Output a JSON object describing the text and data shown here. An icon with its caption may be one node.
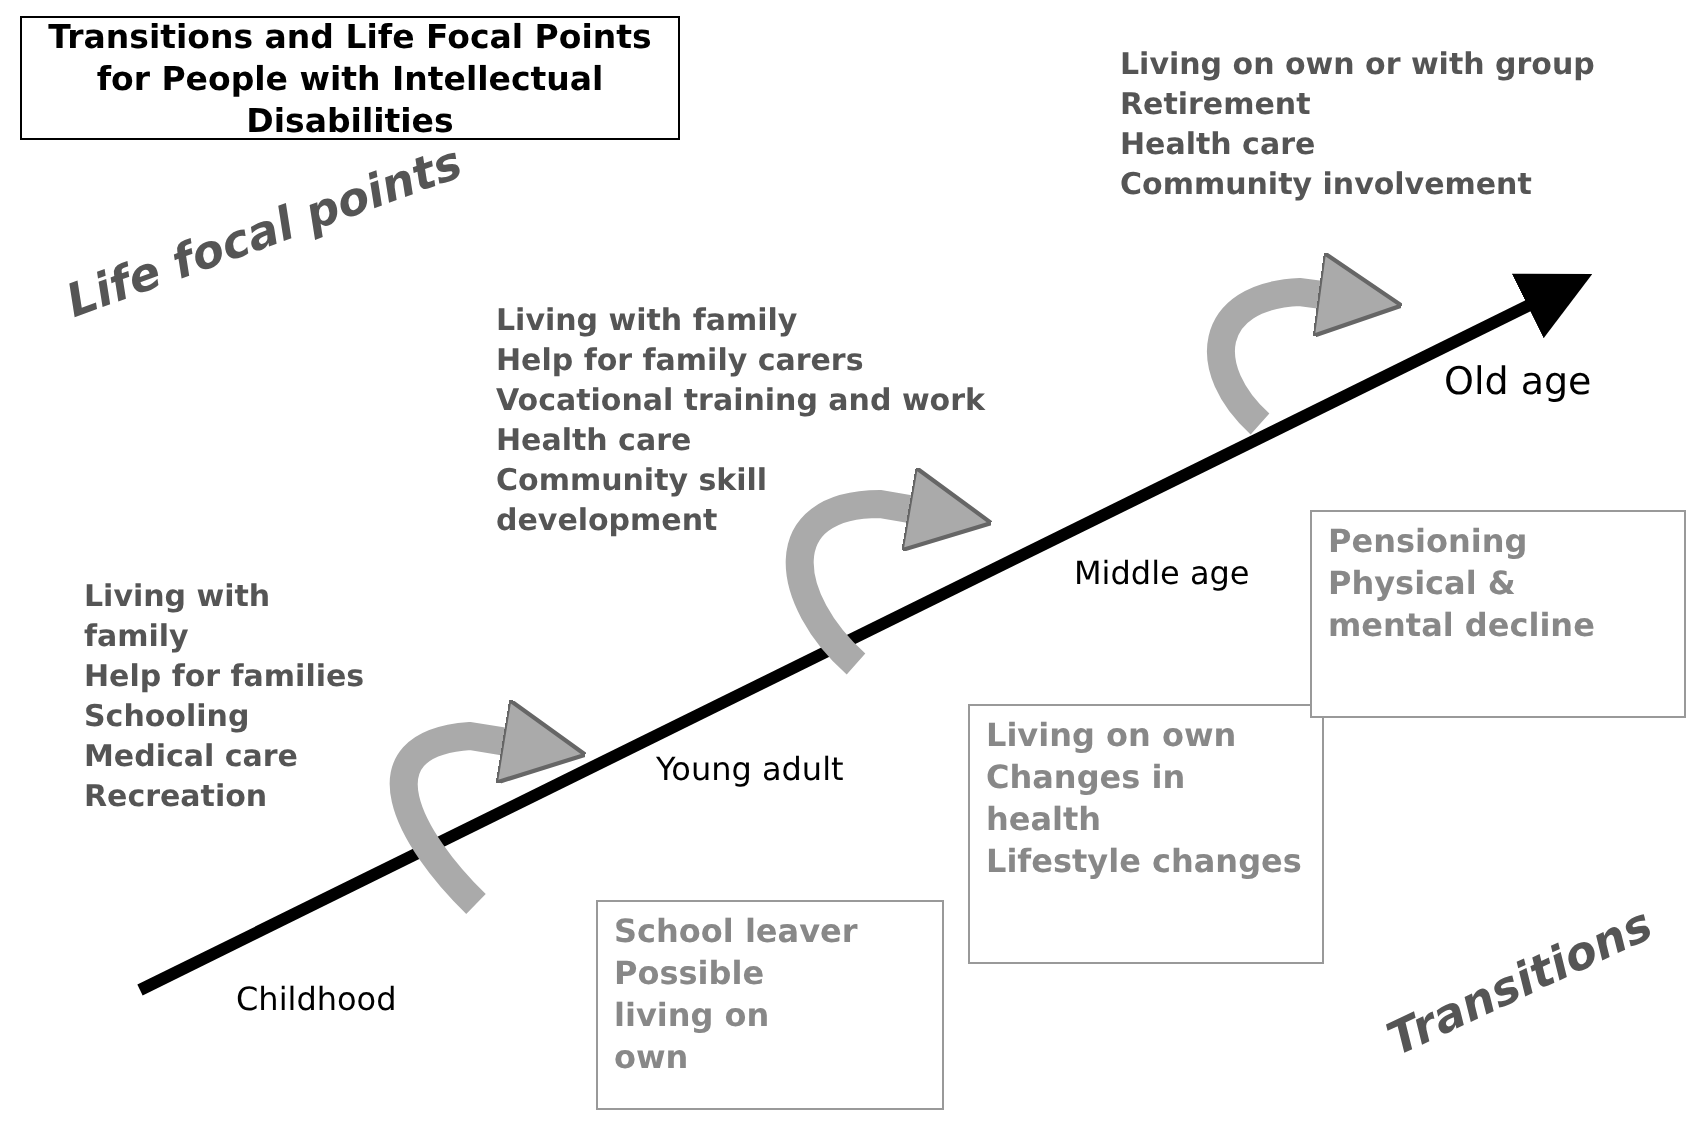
{
  "diagram": {
    "title": "Transitions and Life Focal Points for People with Intellectual Disabilities",
    "nodes": [
      {
        "text": [
          "School leaver",
          "Possible living on own"
        ]
      },
      {
        "text": [
          "Living on own",
          "Changes in health",
          "Lifestyle changes"
        ]
      },
      {
        "text": [
          "Pensioning",
          "Physical & mental decline"
        ]
      }
    ],
    "edges": [],
    "labels": [
      "Living on own or with group",
      "Retirement",
      "Health care",
      "Community involvement",
      "Life focal points",
      "Living with family",
      "Help for family carers",
      "Vocational training and work",
      "Health care",
      "Community skill development",
      "Old age",
      "Middle age",
      "Living with family",
      "Help for families",
      "Schooling",
      "Medical care",
      "Recreation",
      "Young adult",
      "Childhood",
      "Transitions"
    ]
  }
}
